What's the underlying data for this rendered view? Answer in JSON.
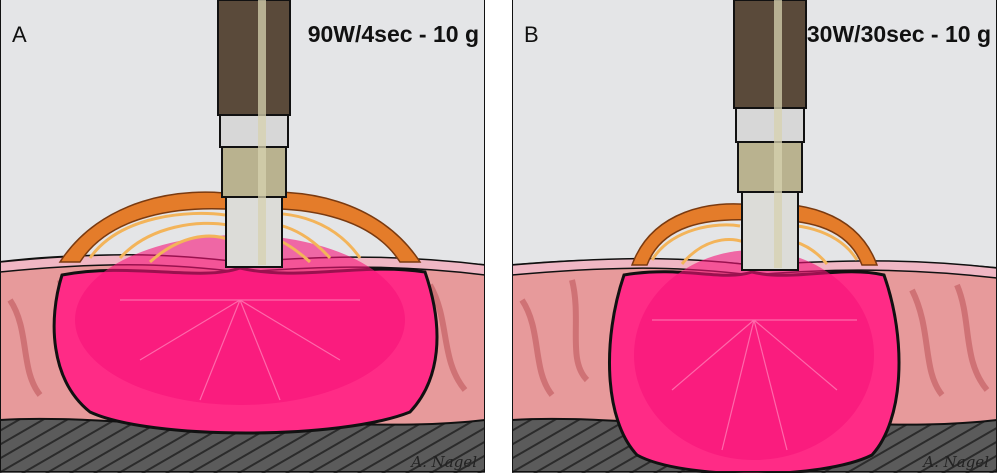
{
  "panels": [
    {
      "letter": "A",
      "caption": "90W/4sec - 10 g",
      "signature": "A. Nagel"
    },
    {
      "letter": "B",
      "caption": "30W/30sec - 10 g",
      "signature": "A. Nagel"
    }
  ],
  "colors": {
    "background": "#e4e5e7",
    "tissue": "#e79a9b",
    "tissue_fold": "#c9686b",
    "epicardium": "#f0b7c4",
    "lesion": "#ff2b86",
    "lesion_core": "#f7127a",
    "bubbles": "#e47c2a",
    "catheter_shaft": "#5a4a3a",
    "catheter_tip": "#dcdcd8",
    "ground": "#5a5a5a"
  }
}
